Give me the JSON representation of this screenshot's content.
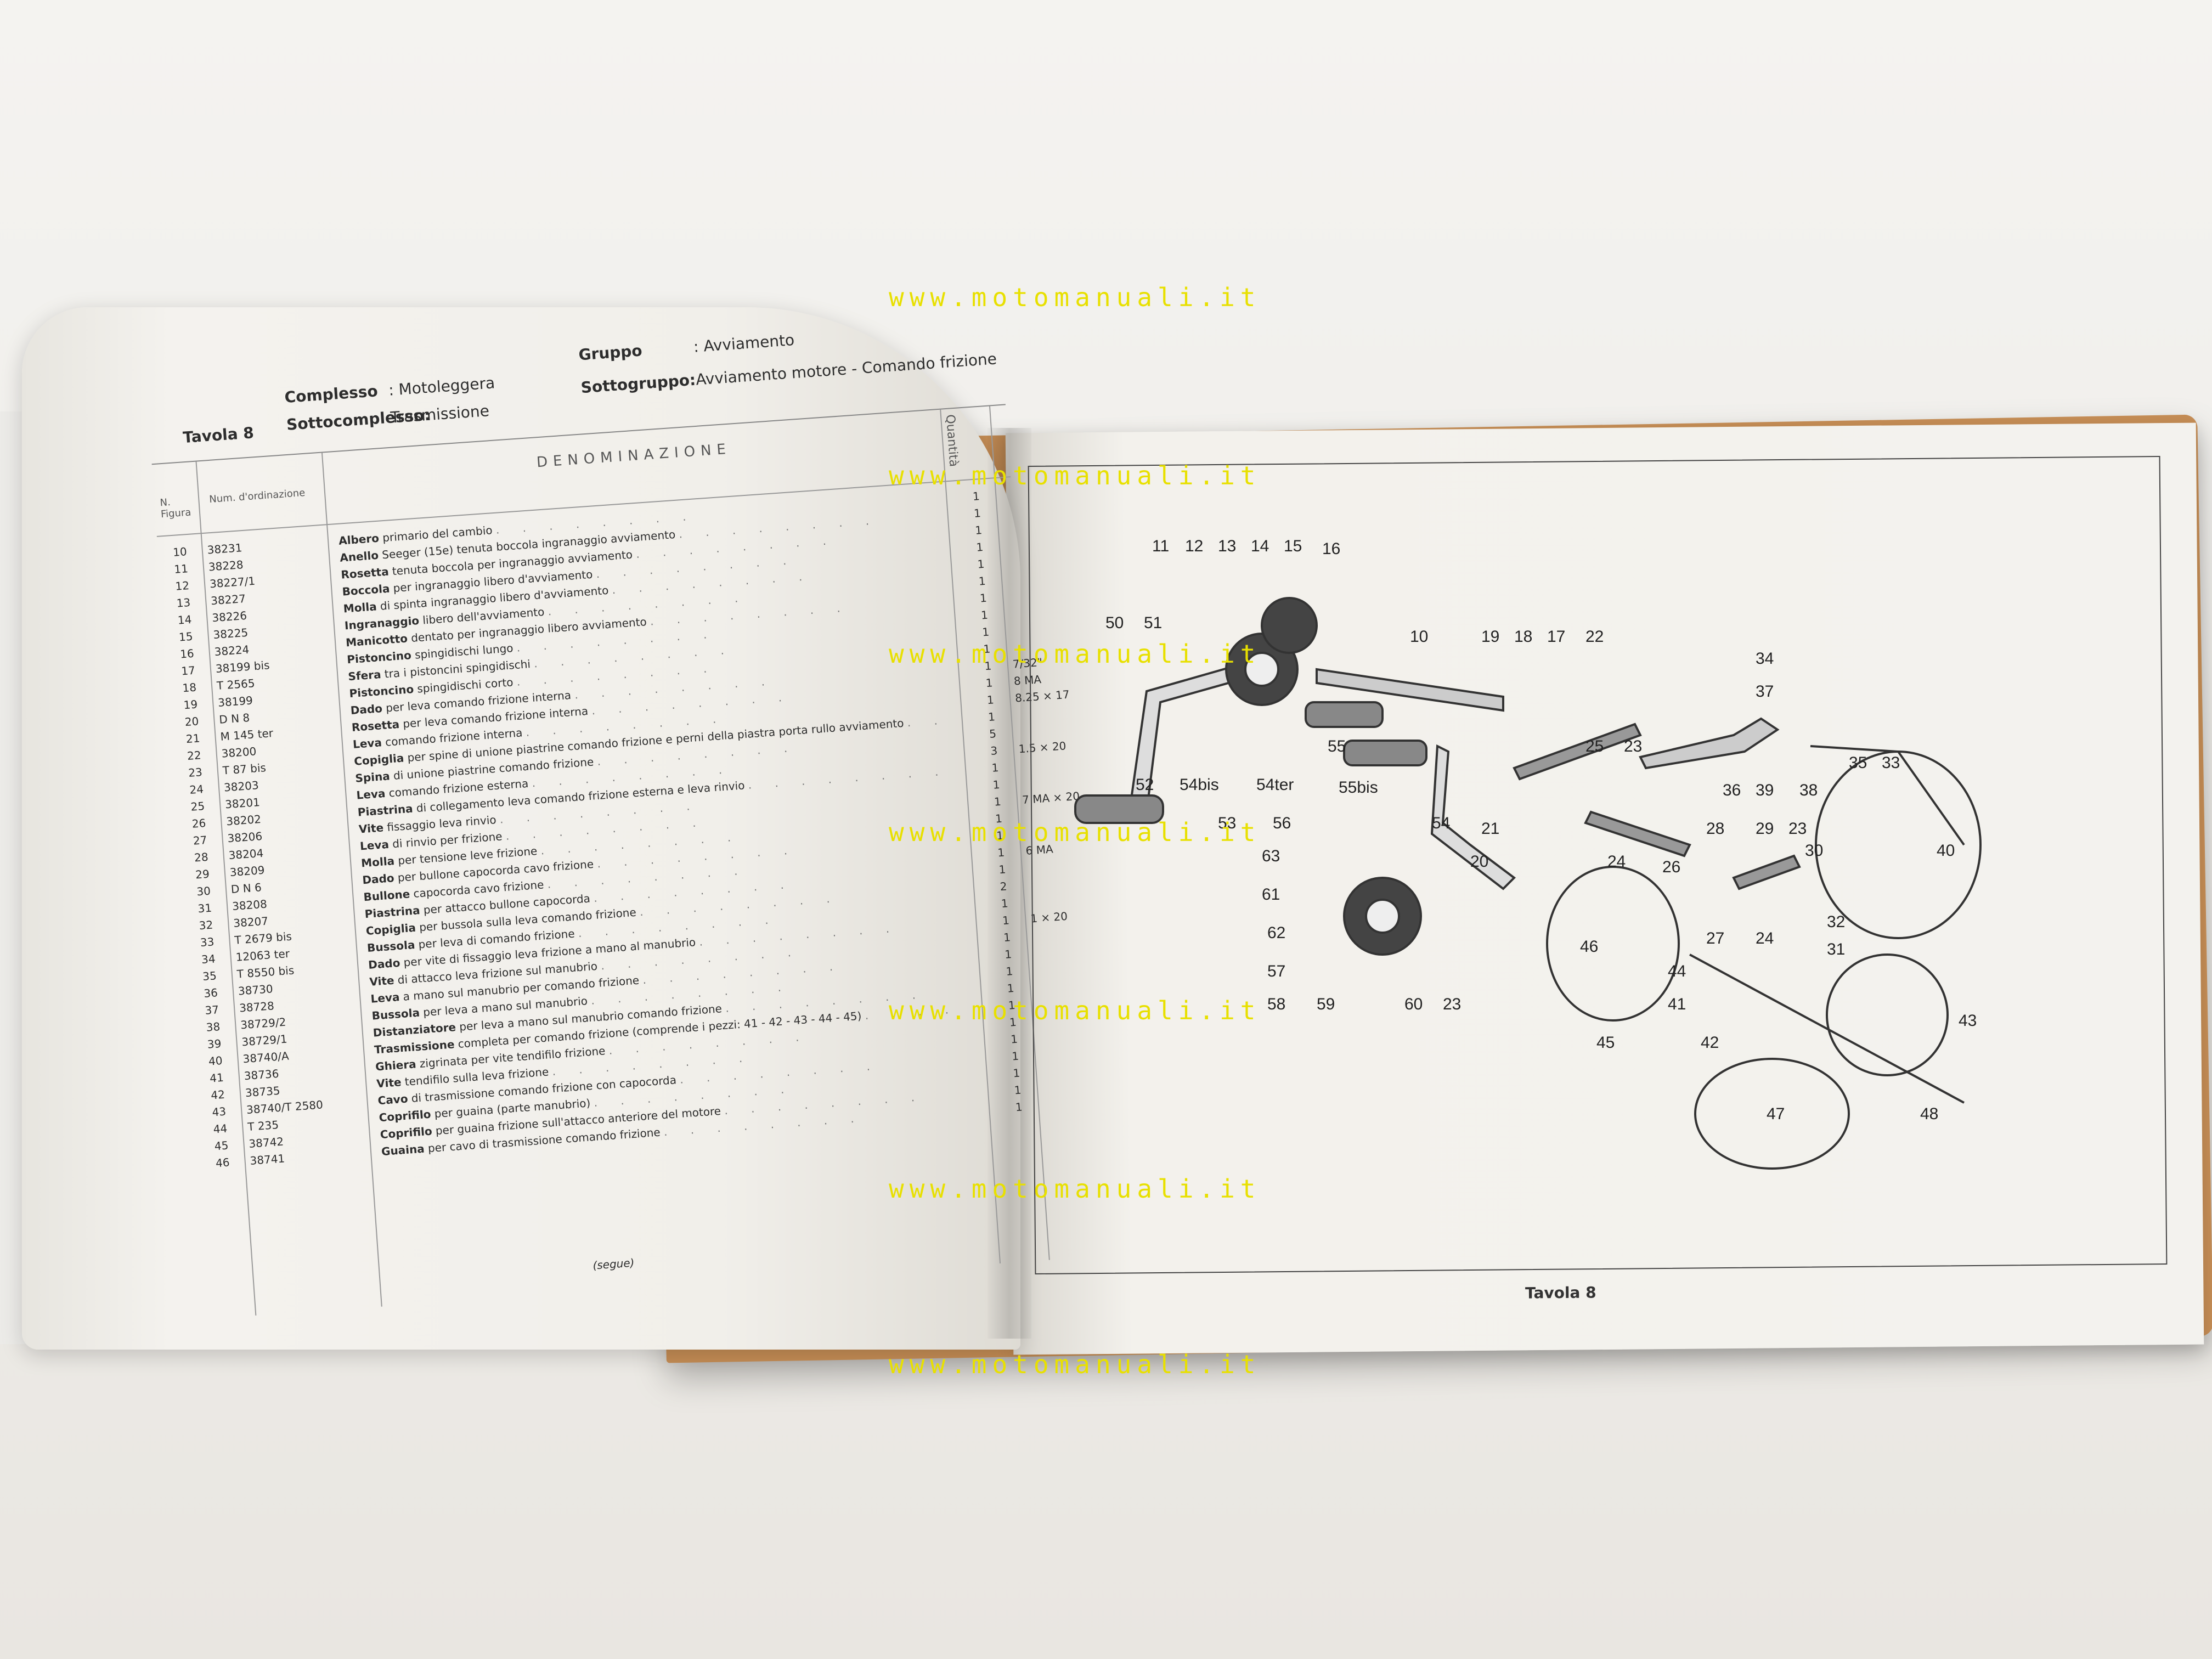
{
  "watermark": "www.motomanuali.it",
  "header": {
    "tavola": "Tavola 8",
    "complesso_label": "Complesso",
    "complesso_value": ": Motoleggera",
    "sottocomplesso_label": "Sottocomplesso:",
    "sottocomplesso_value": "Trasmissione",
    "gruppo_label": "Gruppo",
    "gruppo_value": ": Avviamento",
    "sottogruppo_label": "Sottogruppo:",
    "sottogruppo_value": "Avviamento motore - Comando frizione"
  },
  "table": {
    "col_n": "N. Figura",
    "col_ord": "Num. d'ordinazione",
    "col_den": "DENOMINAZIONE",
    "col_qty": "Quantità",
    "rows": [
      {
        "n": "10",
        "ord": "38231",
        "part": "Albero",
        "desc": "primario del cambio",
        "q": "1",
        "m": ""
      },
      {
        "n": "11",
        "ord": "38228",
        "part": "Anello",
        "desc": "Seeger (15e) tenuta boccola ingranaggio avviamento",
        "q": "1",
        "m": ""
      },
      {
        "n": "12",
        "ord": "38227/1",
        "part": "Rosetta",
        "desc": "tenuta boccola per ingranaggio avviamento",
        "q": "1",
        "m": ""
      },
      {
        "n": "13",
        "ord": "38227",
        "part": "Boccola",
        "desc": "per ingranaggio libero d'avviamento",
        "q": "1",
        "m": ""
      },
      {
        "n": "14",
        "ord": "38226",
        "part": "Molla",
        "desc": "di spinta ingranaggio libero d'avviamento",
        "q": "1",
        "m": ""
      },
      {
        "n": "15",
        "ord": "38225",
        "part": "Ingranaggio",
        "desc": "libero dell'avviamento",
        "q": "1",
        "m": ""
      },
      {
        "n": "16",
        "ord": "38224",
        "part": "Manicotto",
        "desc": "dentato per ingranaggio libero avviamento",
        "q": "1",
        "m": ""
      },
      {
        "n": "17",
        "ord": "38199 bis",
        "part": "Pistoncino",
        "desc": "spingidischi lungo",
        "q": "1",
        "m": ""
      },
      {
        "n": "18",
        "ord": "T 2565",
        "part": "Sfera",
        "desc": "tra i pistoncini spingidischi",
        "q": "1",
        "m": ""
      },
      {
        "n": "19",
        "ord": "38199",
        "part": "Pistoncino",
        "desc": "spingidischi corto",
        "q": "1",
        "m": ""
      },
      {
        "n": "20",
        "ord": "D N 8",
        "part": "Dado",
        "desc": "per leva comando frizione interna",
        "q": "1",
        "m": "7/32\""
      },
      {
        "n": "21",
        "ord": "M 145 ter",
        "part": "Rosetta",
        "desc": "per leva comando frizione interna",
        "q": "1",
        "m": "8 MA"
      },
      {
        "n": "22",
        "ord": "38200",
        "part": "Leva",
        "desc": "comando frizione interna",
        "q": "1",
        "m": "8.25 × 17"
      },
      {
        "n": "23",
        "ord": "T 87 bis",
        "part": "Copiglia",
        "desc": "per spine di unione piastrine comando frizione e perni della piastra porta rullo avviamento",
        "q": "1",
        "m": ""
      },
      {
        "n": "24",
        "ord": "38203",
        "part": "Spina",
        "desc": "di unione piastrine comando frizione",
        "q": "5",
        "m": ""
      },
      {
        "n": "25",
        "ord": "38201",
        "part": "Leva",
        "desc": "comando frizione esterna",
        "q": "3",
        "m": "1.5 × 20"
      },
      {
        "n": "26",
        "ord": "38202",
        "part": "Piastrina",
        "desc": "di collegamento leva comando frizione esterna e leva rinvio",
        "q": "1",
        "m": ""
      },
      {
        "n": "27",
        "ord": "38206",
        "part": "Vite",
        "desc": "fissaggio leva rinvio",
        "q": "1",
        "m": ""
      },
      {
        "n": "28",
        "ord": "38204",
        "part": "Leva",
        "desc": "di rinvio per frizione",
        "q": "1",
        "m": "7 MA × 20"
      },
      {
        "n": "29",
        "ord": "38209",
        "part": "Molla",
        "desc": "per tensione leve frizione",
        "q": "1",
        "m": ""
      },
      {
        "n": "30",
        "ord": "D N 6",
        "part": "Dado",
        "desc": "per bullone capocorda cavo frizione",
        "q": "1",
        "m": ""
      },
      {
        "n": "31",
        "ord": "38208",
        "part": "Bullone",
        "desc": "capocorda cavo frizione",
        "q": "1",
        "m": "6 MA"
      },
      {
        "n": "32",
        "ord": "38207",
        "part": "Piastrina",
        "desc": "per attacco bullone capocorda",
        "q": "1",
        "m": ""
      },
      {
        "n": "33",
        "ord": "T 2679 bis",
        "part": "Copiglia",
        "desc": "per bussola sulla leva comando frizione",
        "q": "2",
        "m": ""
      },
      {
        "n": "34",
        "ord": "12063 ter",
        "part": "Bussola",
        "desc": "per leva di comando frizione",
        "q": "1",
        "m": ""
      },
      {
        "n": "35",
        "ord": "T 8550 bis",
        "part": "Dado",
        "desc": "per vite di fissaggio leva frizione a mano al manubrio",
        "q": "1",
        "m": "1 × 20"
      },
      {
        "n": "36",
        "ord": "38730",
        "part": "Vite",
        "desc": "di attacco leva frizione sul manubrio",
        "q": "1",
        "m": ""
      },
      {
        "n": "37",
        "ord": "38728",
        "part": "Leva",
        "desc": "a mano sul manubrio per comando frizione",
        "q": "1",
        "m": ""
      },
      {
        "n": "38",
        "ord": "38729/2",
        "part": "Bussola",
        "desc": "per leva a mano sul manubrio",
        "q": "1",
        "m": ""
      },
      {
        "n": "39",
        "ord": "38729/1",
        "part": "Distanziatore",
        "desc": "per leva a mano sul manubrio comando frizione",
        "q": "1",
        "m": ""
      },
      {
        "n": "40",
        "ord": "38740/A",
        "part": "Trasmissione",
        "desc": "completa per comando frizione (comprende i pezzi: 41 - 42 - 43 - 44 - 45)",
        "q": "1",
        "m": ""
      },
      {
        "n": "41",
        "ord": "38736",
        "part": "Ghiera",
        "desc": "zigrinata per vite tendifilo frizione",
        "q": "1",
        "m": ""
      },
      {
        "n": "42",
        "ord": "38735",
        "part": "Vite",
        "desc": "tendifilo sulla leva frizione",
        "q": "1",
        "m": ""
      },
      {
        "n": "43",
        "ord": "38740/T 2580",
        "part": "Cavo",
        "desc": "di trasmissione comando frizione con capocorda",
        "q": "1",
        "m": ""
      },
      {
        "n": "44",
        "ord": "T 235",
        "part": "Coprifilo",
        "desc": "per guaina (parte manubrio)",
        "q": "1",
        "m": ""
      },
      {
        "n": "45",
        "ord": "38742",
        "part": "Coprifilo",
        "desc": "per guaina frizione sull'attacco anteriore del motore",
        "q": "1",
        "m": ""
      },
      {
        "n": "46",
        "ord": "38741",
        "part": "Guaina",
        "desc": "per cavo di trasmissione comando frizione",
        "q": "1",
        "m": ""
      }
    ],
    "segue": "(segue)"
  },
  "diagram": {
    "tavola": "Tavola 8",
    "labels": [
      "11",
      "12",
      "13",
      "14",
      "15",
      "16",
      "50",
      "51",
      "10",
      "19",
      "18",
      "17",
      "22",
      "34",
      "37",
      "35",
      "33",
      "52",
      "54bis",
      "54ter",
      "55",
      "55bis",
      "25",
      "23",
      "36",
      "39",
      "38",
      "53",
      "56",
      "54",
      "21",
      "20",
      "24",
      "26",
      "28",
      "29",
      "23",
      "30",
      "40",
      "63",
      "61",
      "62",
      "46",
      "27",
      "24",
      "32",
      "31",
      "57",
      "58",
      "59",
      "60",
      "23",
      "44",
      "41",
      "42",
      "43",
      "45",
      "47",
      "48"
    ]
  },
  "colors": {
    "watermark": "#e8e000",
    "cover": "#c58d55",
    "paper": "#f2f0eb"
  }
}
